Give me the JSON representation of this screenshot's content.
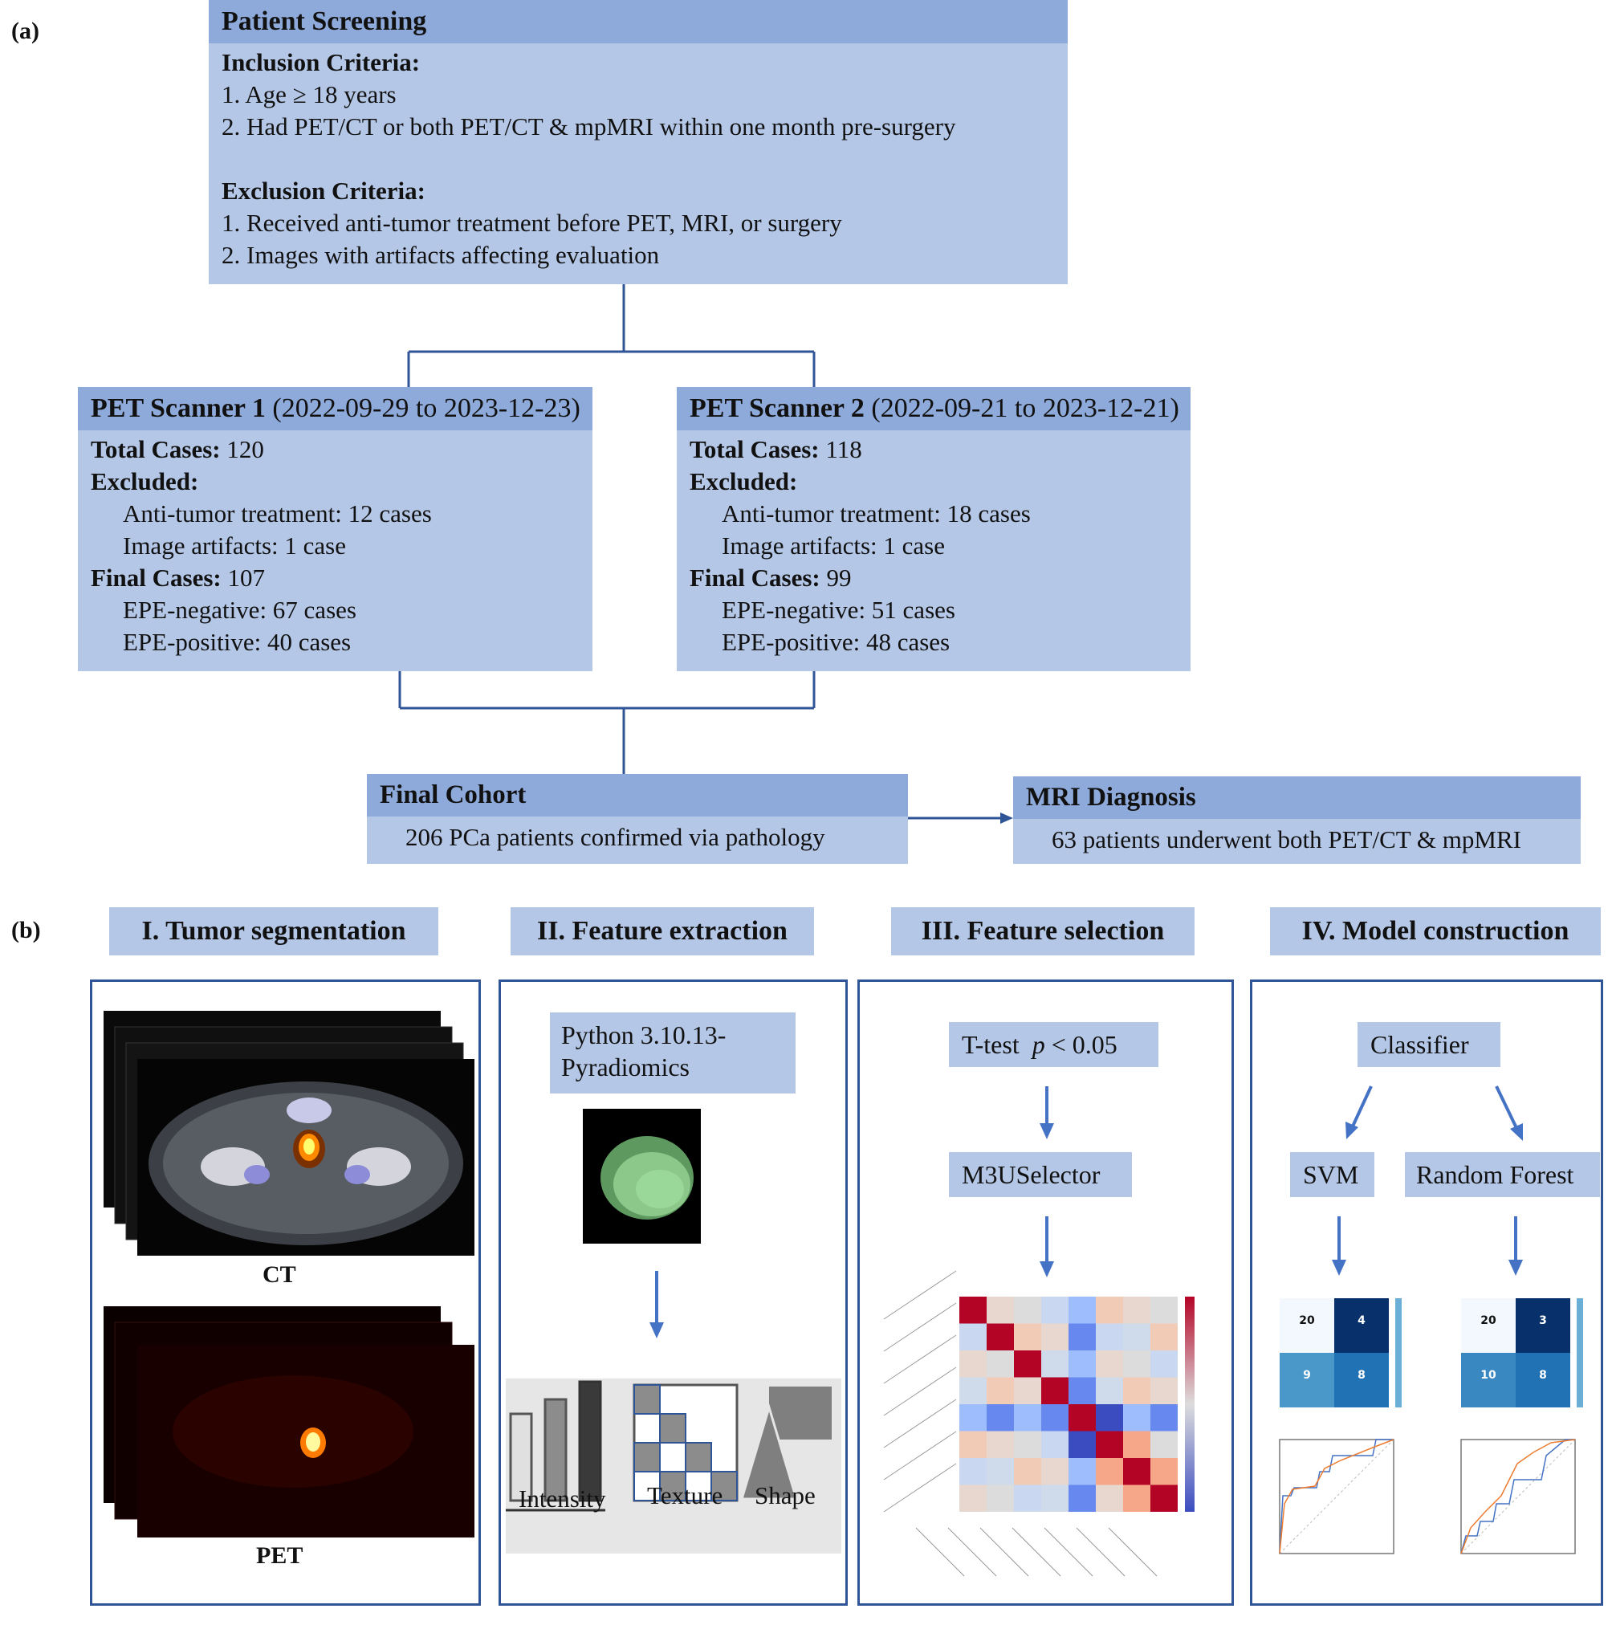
{
  "labels": {
    "a": "(a)",
    "b": "(b)"
  },
  "screening": {
    "title": "Patient Screening",
    "inclusion_title": "Inclusion Criteria:",
    "inclusion": [
      "1. Age ≥ 18 years",
      "2. Had PET/CT or both PET/CT & mpMRI within one month pre-surgery"
    ],
    "exclusion_title": "Exclusion Criteria:",
    "exclusion": [
      "1. Received anti-tumor treatment before PET, MRI, or surgery",
      "2. Images with artifacts affecting evaluation"
    ]
  },
  "scanner1": {
    "name": "PET Scanner 1",
    "dates": "(2022-09-29 to 2023-12-23)",
    "total_label": "Total Cases:",
    "total": "120",
    "excluded_label": "Excluded:",
    "excl_treatment": "Anti-tumor treatment: 12 cases",
    "excl_artifacts": "Image artifacts: 1 case",
    "final_label": "Final Cases:",
    "final": "107",
    "neg": "EPE-negative: 67 cases",
    "pos": "EPE-positive: 40 cases"
  },
  "scanner2": {
    "name": "PET Scanner 2",
    "dates": "(2022-09-21 to 2023-12-21)",
    "total_label": "Total Cases:",
    "total": "118",
    "excluded_label": "Excluded:",
    "excl_treatment": "Anti-tumor treatment: 18 cases",
    "excl_artifacts": "Image artifacts: 1 case",
    "final_label": "Final Cases:",
    "final": "99",
    "neg": "EPE-negative: 51 cases",
    "pos": "EPE-positive: 48 cases"
  },
  "cohort": {
    "title": "Final Cohort",
    "text": "206 PCa patients confirmed via pathology"
  },
  "mri": {
    "title": "MRI Diagnosis",
    "text": "63 patients underwent both PET/CT & mpMRI"
  },
  "steps": {
    "s1": "I. Tumor segmentation",
    "s2": "II. Feature extraction",
    "s3": "III. Feature selection",
    "s4": "IV. Model construction"
  },
  "seg": {
    "ct": "CT",
    "pet": "PET"
  },
  "extract": {
    "line1": "Python 3.10.13-",
    "line2": "Pyradiomics",
    "intensity": "Intensity",
    "texture": "Texture",
    "shape": "Shape"
  },
  "select": {
    "ttest": "T-test",
    "p": "p",
    "cond": "< 0.05",
    "selector": "M3USelector"
  },
  "model": {
    "classifier": "Classifier",
    "svm": "SVM",
    "rf": "Random Forest",
    "cm_svm": [
      "20",
      "4",
      "9",
      "8"
    ],
    "cm_rf": [
      "20",
      "3",
      "10",
      "8"
    ]
  },
  "colors": {
    "box": "#b4c7e7",
    "header": "#8eaadb",
    "line": "#2f5597",
    "arrow": "#4472c4"
  }
}
